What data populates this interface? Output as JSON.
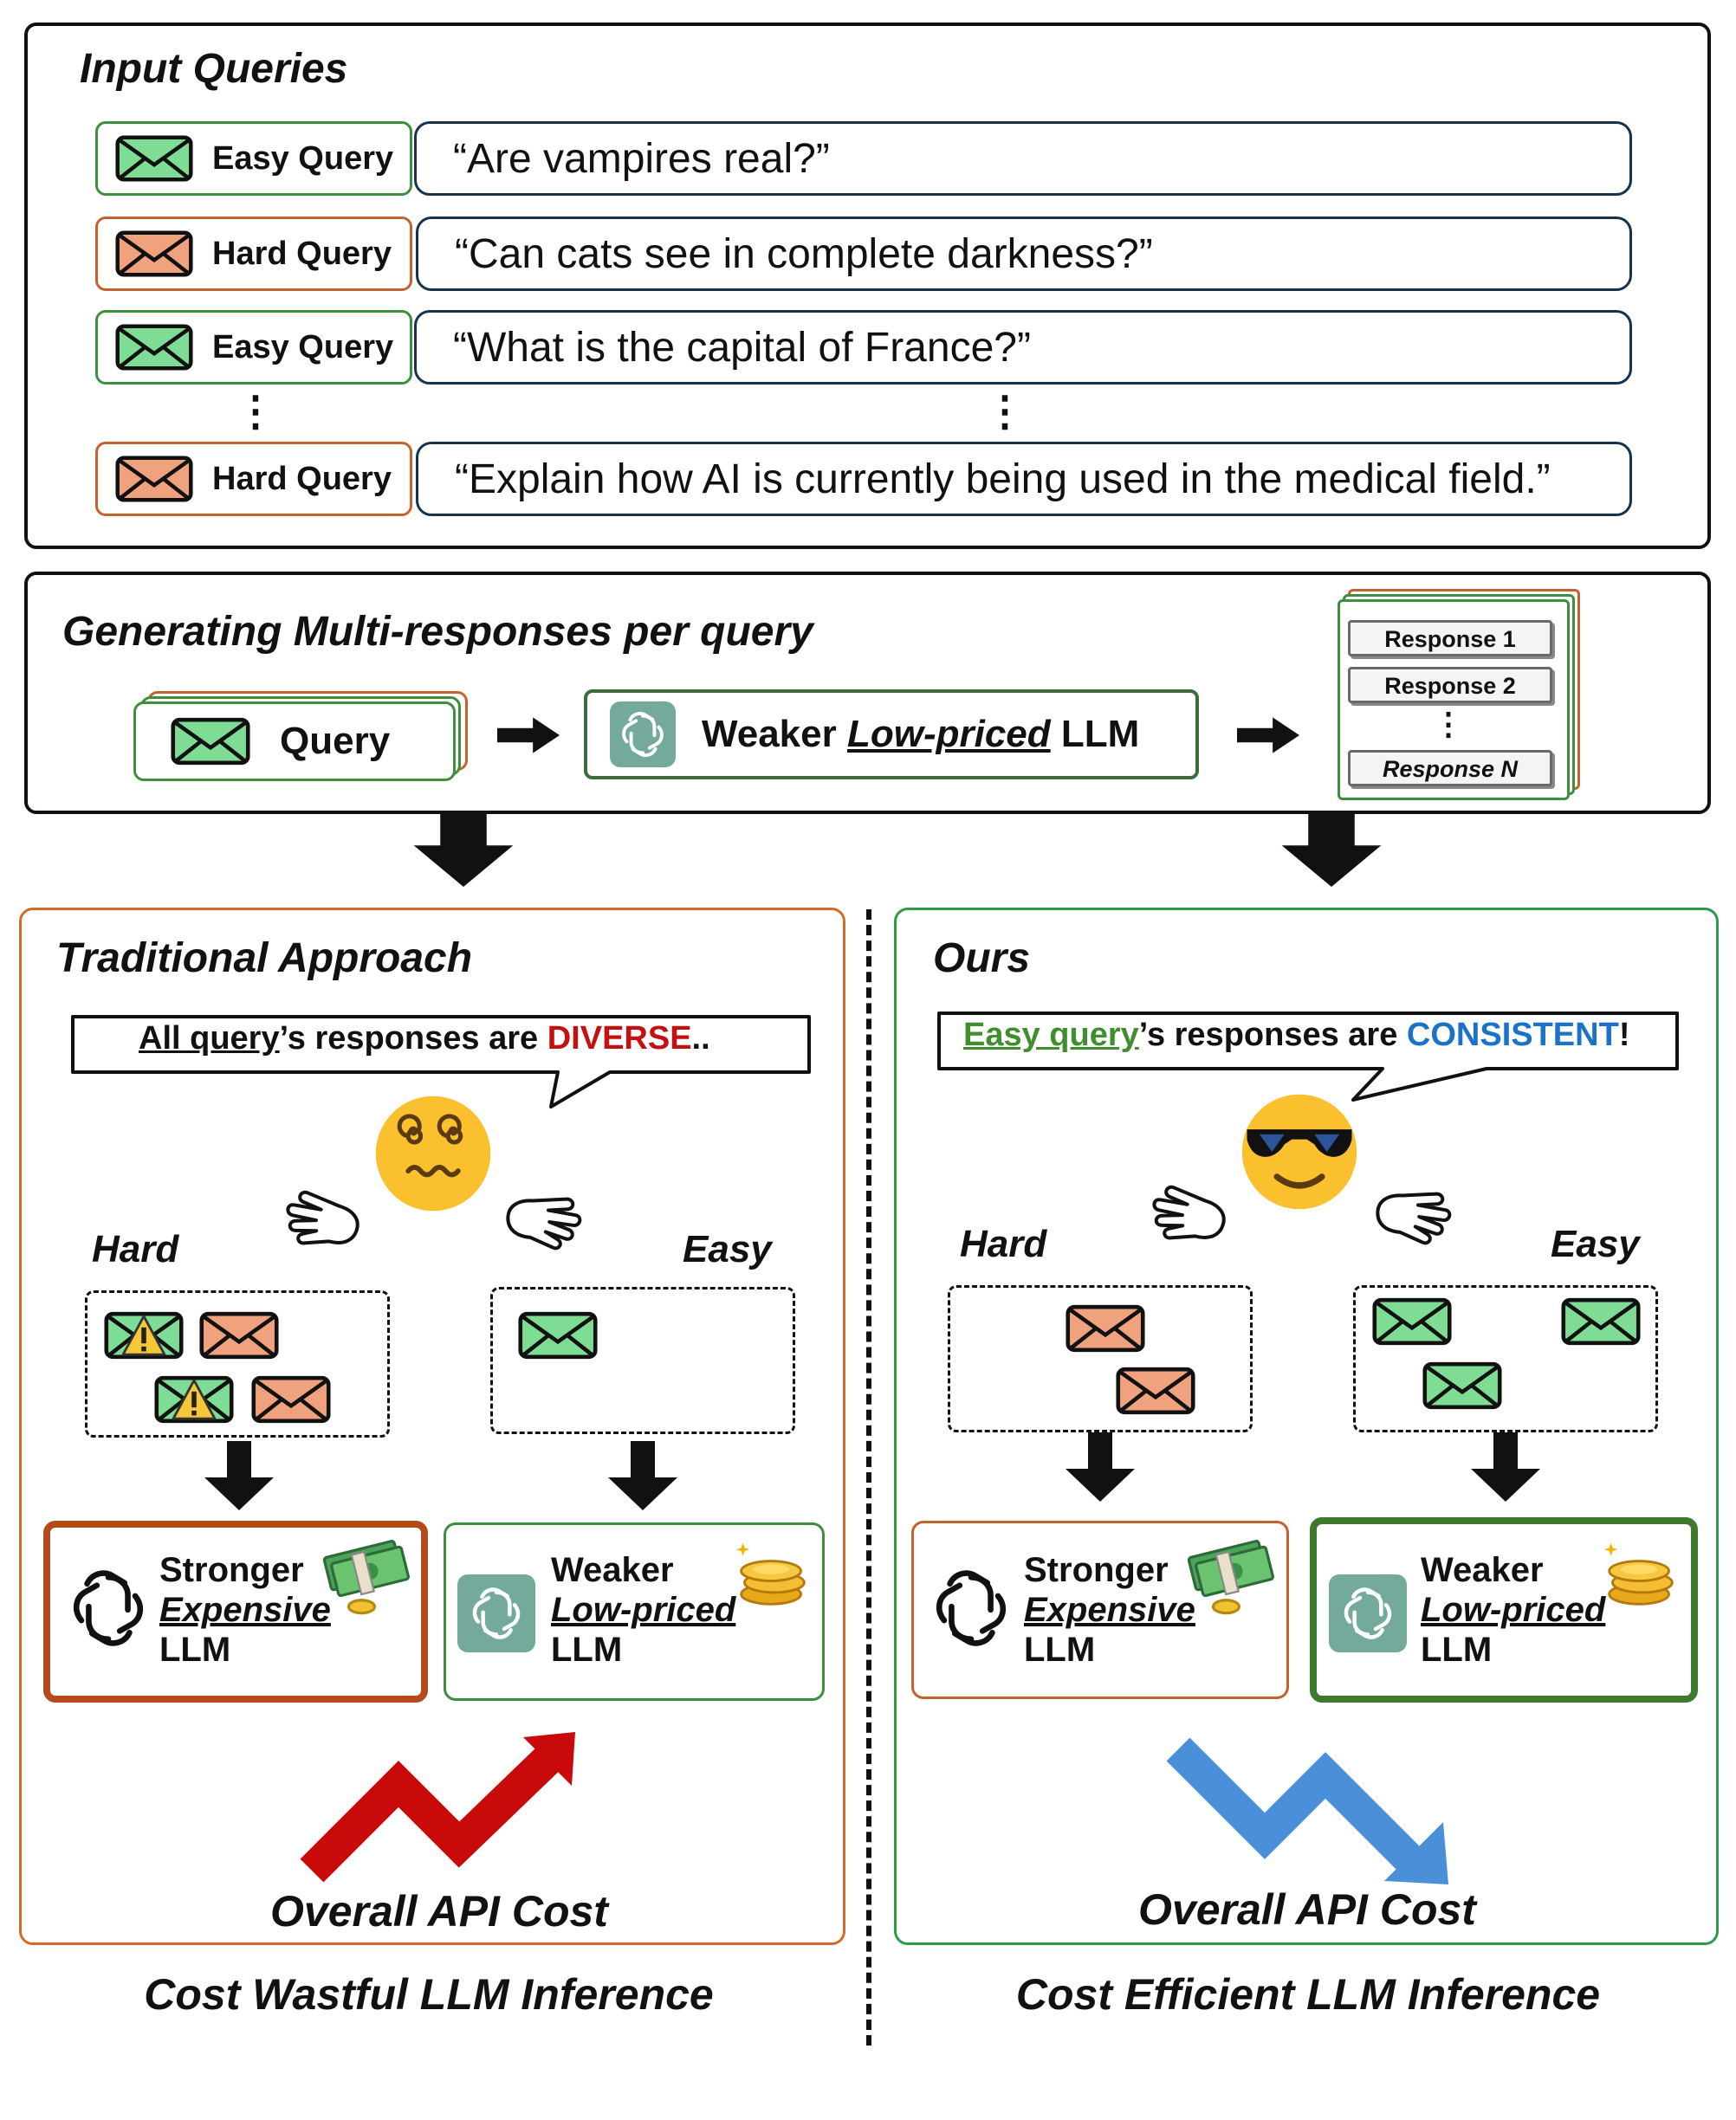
{
  "input_queries": {
    "title": "Input Queries",
    "rows": [
      {
        "kind": "easy",
        "tag": "Easy Query",
        "text": "“Are vampires real?”"
      },
      {
        "kind": "hard",
        "tag": "Hard Query",
        "text": "“Can cats see in complete darkness?”"
      },
      {
        "kind": "easy",
        "tag": "Easy Query",
        "text": "“What is the capital of France?”"
      },
      {
        "kind": "hard",
        "tag": "Hard Query",
        "text": "“Explain how AI is currently being used in the medical field.”"
      }
    ],
    "ellipsis": "⋮"
  },
  "generation": {
    "title": "Generating Multi-responses per query",
    "query_label": "Query",
    "llm_prefix": "Weaker",
    "llm_emph": "Low-priced",
    "llm_suffix": "LLM",
    "responses": [
      "Response 1",
      "Response 2",
      "Response N"
    ],
    "ellipsis": "⋮"
  },
  "traditional": {
    "title": "Traditional Approach",
    "bubble_part1": "All query",
    "bubble_part2": "’s responses are ",
    "bubble_part3": "DIVERSE",
    "bubble_part4": "..",
    "hard_label": "Hard",
    "easy_label": "Easy",
    "strong_llm": {
      "l1": "Stronger",
      "l2": "Expensive",
      "l3": "LLM"
    },
    "weak_llm": {
      "l1": "Weaker",
      "l2": "Low-priced",
      "l3": "LLM"
    },
    "cost_label": "Overall API Cost",
    "caption": "Cost Wastful LLM Inference"
  },
  "ours": {
    "title": "Ours",
    "bubble_part1": "Easy query",
    "bubble_part2": "’s responses are ",
    "bubble_part3": "CONSISTENT",
    "bubble_part4": "!",
    "hard_label": "Hard",
    "easy_label": "Easy",
    "strong_llm": {
      "l1": "Stronger",
      "l2": "Expensive",
      "l3": "LLM"
    },
    "weak_llm": {
      "l1": "Weaker",
      "l2": "Low-priced",
      "l3": "LLM"
    },
    "cost_label": "Overall API Cost",
    "caption": "Cost Efficient LLM Inference"
  },
  "colors": {
    "easy_green": "#7fdc94",
    "hard_orange": "#f0a27e",
    "traditional_border": "#d36a2a",
    "ours_border": "#2e9a4a",
    "diverse_red": "#c41010",
    "consistent_blue": "#1a73c9",
    "easy_text_green": "#3f8f2f",
    "up_arrow_red": "#c80a0a",
    "down_arrow_blue": "#4a90d9"
  },
  "icons": [
    "envelope-icon",
    "warning-icon",
    "openai-logo-icon",
    "money-icon",
    "coins-icon",
    "dizzy-face-icon",
    "cool-face-icon",
    "hand-icon",
    "arrow-right-icon",
    "arrow-down-icon",
    "trend-up-icon",
    "trend-down-icon"
  ]
}
